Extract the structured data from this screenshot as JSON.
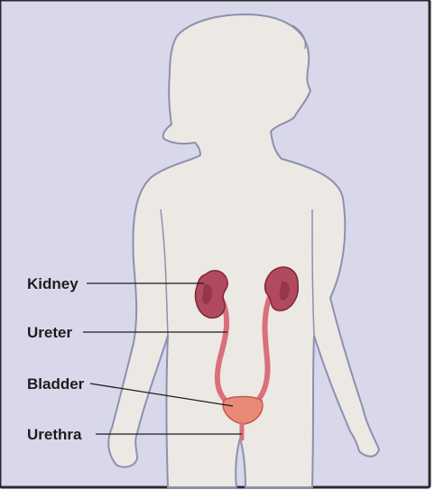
{
  "diagram": {
    "labels": {
      "kidney": "Kidney",
      "ureter": "Ureter",
      "bladder": "Bladder",
      "urethra": "Urethra"
    },
    "colors": {
      "background": "#d9d8eb",
      "border": "#2a2a30",
      "body_fill": "#ece8e3",
      "body_outline": "#8f8fb0",
      "kidney_fill": "#b14a5e",
      "kidney_dark": "#7d2638",
      "tube": "#d9707c",
      "bladder_fill": "#e88a76",
      "leader_line": "#1d1d1d"
    }
  }
}
